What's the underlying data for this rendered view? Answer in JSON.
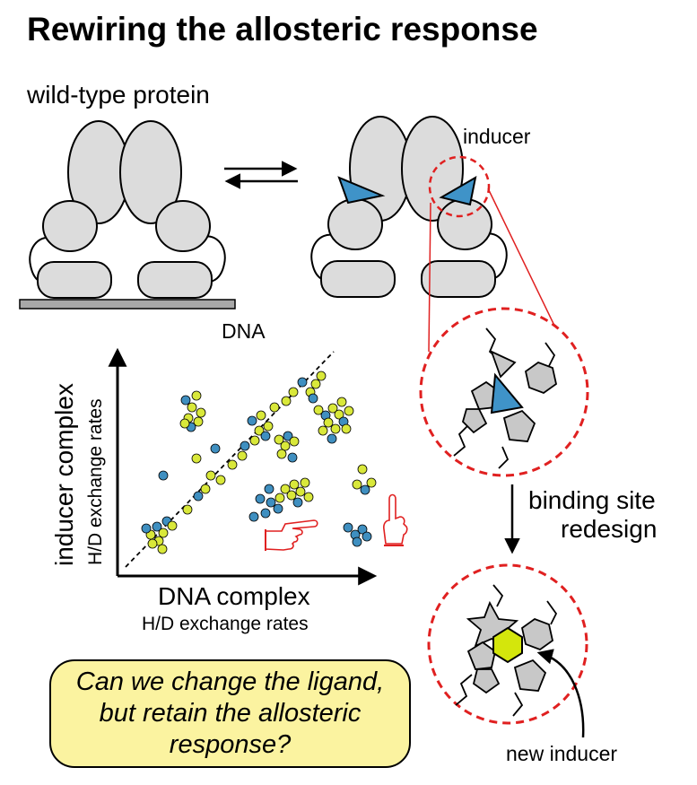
{
  "title": "Rewiring the allosteric response",
  "labels": {
    "wild_type": "wild-type protein",
    "inducer": "inducer",
    "dna": "DNA",
    "binding_site_redesign_line1": "binding site",
    "binding_site_redesign_line2": "redesign",
    "new_inducer": "new inducer"
  },
  "plot": {
    "y_label": "inducer complex",
    "y_sublabel": "H/D exchange rates",
    "x_label": "DNA complex",
    "x_sublabel": "H/D exchange rates"
  },
  "question": "Can we change the ligand, but retain the allosteric response?",
  "colors": {
    "protein_fill": "#dcdcdc",
    "inducer_blue": "#3f93c8",
    "new_inducer_green": "#d4e60c",
    "dashed_circle": "#e02020",
    "question_box": "#fbf3a0",
    "dot_yellow": "#d9e83a",
    "dot_blue": "#3f8fc0"
  }
}
